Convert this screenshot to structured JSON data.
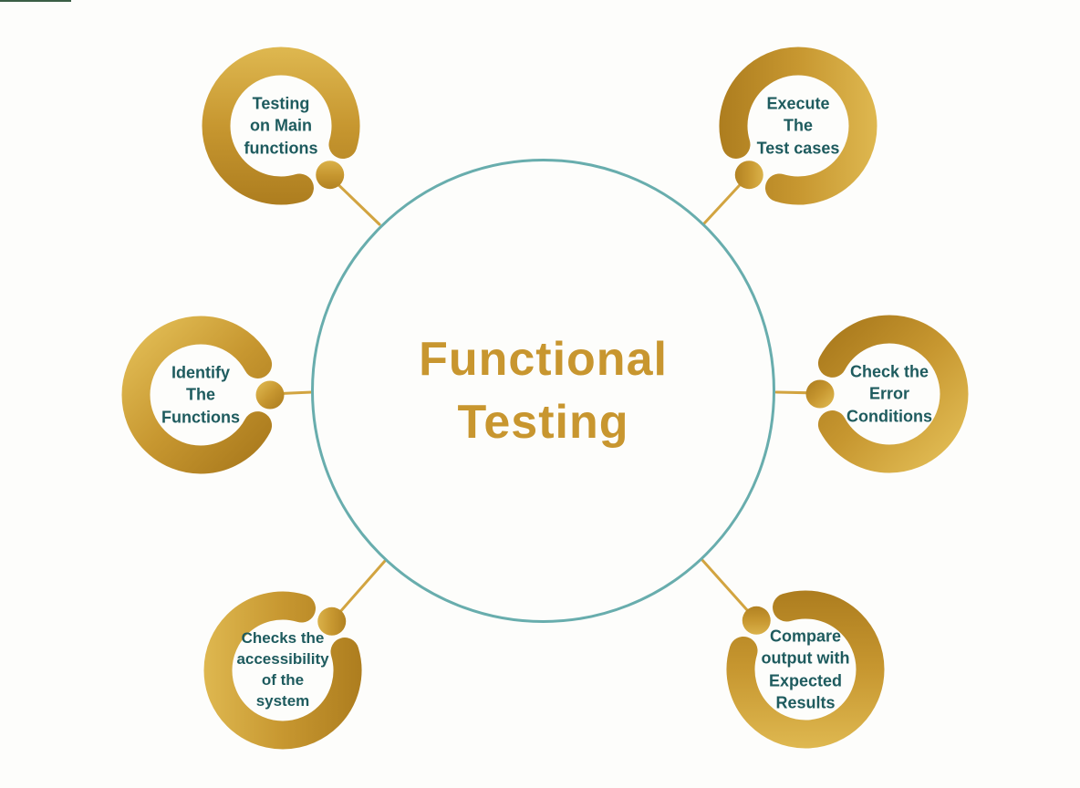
{
  "diagram": {
    "title": "Functional\nTesting",
    "nodes": [
      {
        "id": "testing-on-main-functions",
        "label": "Testing\non Main\nfunctions"
      },
      {
        "id": "execute-the-test-cases",
        "label": "Execute\nThe\nTest cases"
      },
      {
        "id": "identify-the-functions",
        "label": "Identify\nThe\nFunctions"
      },
      {
        "id": "check-the-error-conditions",
        "label": "Check the\nError\nConditions"
      },
      {
        "id": "checks-accessibility-of-system",
        "label": "Checks the\naccessibility\nof the\nsystem"
      },
      {
        "id": "compare-output-expected-results",
        "label": "Compare\noutput with\nExpected\nResults"
      }
    ],
    "colors": {
      "background": "#fdfdfb",
      "center_circle_stroke": "#68adad",
      "title_text": "#c8962f",
      "node_label_text": "#1e5b5e",
      "gold_light": "#e2bd55",
      "gold_mid": "#c79730",
      "gold_dark": "#a9791c",
      "connector_line": "#d2a440",
      "top_edge_line": "#3a5e45"
    }
  }
}
